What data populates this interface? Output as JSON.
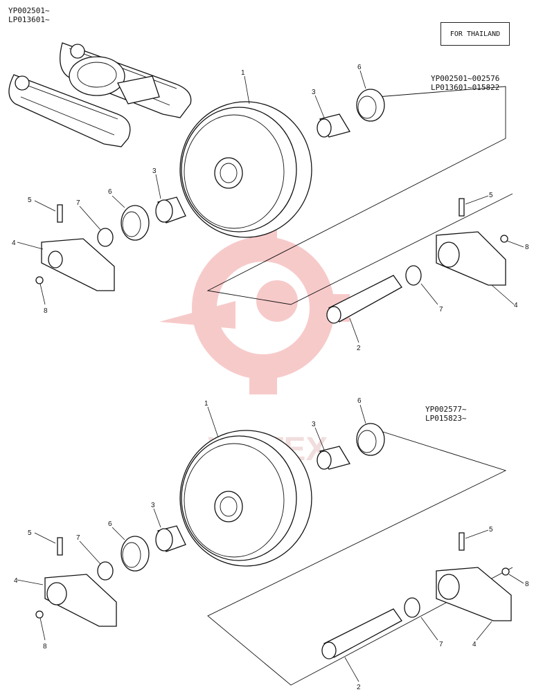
{
  "header": {
    "serial_line1": "YP002501~",
    "serial_line2": "LP013601~",
    "region_box": "FOR THAILAND"
  },
  "upper": {
    "range_line1": "YP002501~002576",
    "range_line2": "LP013601~015822"
  },
  "lower": {
    "range_line1": "YP002577~",
    "range_line2": "LP015823~"
  },
  "callouts": [
    "1",
    "2",
    "3",
    "4",
    "5",
    "6",
    "7",
    "8"
  ],
  "watermark": {
    "text": "VIHTEX",
    "color": "#f2a0a0"
  }
}
